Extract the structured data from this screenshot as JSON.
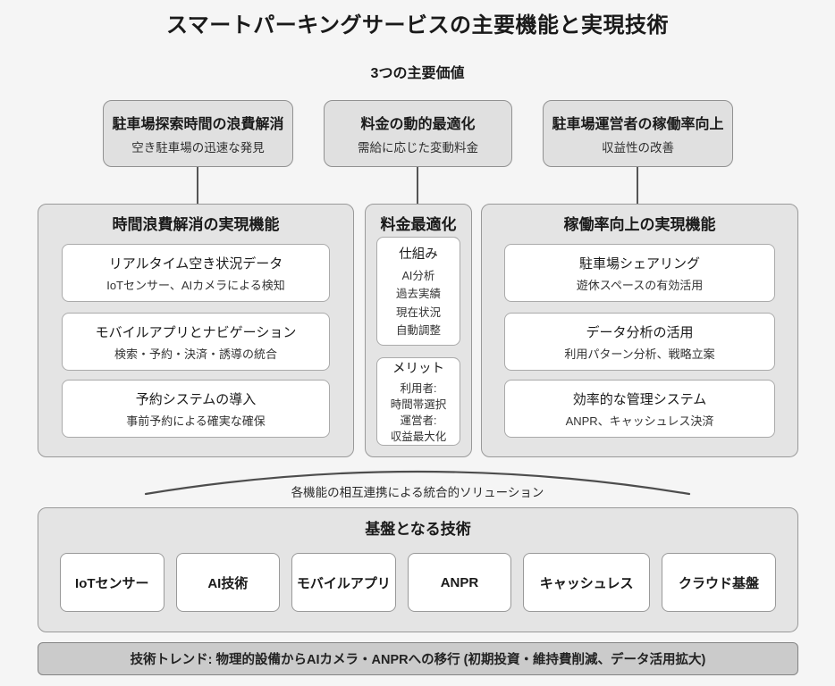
{
  "page": {
    "title": "スマートパーキングサービスの主要機能と実現技術",
    "subtitle": "3つの主要価値"
  },
  "values": [
    {
      "title": "駐車場探索時間の浪費解消",
      "subtitle": "空き駐車場の迅速な発見"
    },
    {
      "title": "料金の動的最適化",
      "subtitle": "需給に応じた変動料金"
    },
    {
      "title": "駐車場運営者の稼働率向上",
      "subtitle": "収益性の改善"
    }
  ],
  "panels": {
    "left": {
      "title": "時間浪費解消の実現機能",
      "cards": [
        {
          "title": "リアルタイム空き状況データ",
          "subtitle": "IoTセンサー、AIカメラによる検知"
        },
        {
          "title": "モバイルアプリとナビゲーション",
          "subtitle": "検索・予約・決済・誘導の統合"
        },
        {
          "title": "予約システムの導入",
          "subtitle": "事前予約による確実な確保"
        }
      ]
    },
    "middle": {
      "title": "料金最適化",
      "cards": [
        {
          "title": "仕組み",
          "lines": [
            "AI分析",
            "過去実績",
            "現在状況",
            "自動調整"
          ]
        },
        {
          "title": "メリット",
          "lines": [
            "利用者:",
            "時間帯選択",
            "運営者:",
            "収益最大化"
          ]
        }
      ]
    },
    "right": {
      "title": "稼働率向上の実現機能",
      "cards": [
        {
          "title": "駐車場シェアリング",
          "subtitle": "遊休スペースの有効活用"
        },
        {
          "title": "データ分析の活用",
          "subtitle": "利用パターン分析、戦略立案"
        },
        {
          "title": "効率的な管理システム",
          "subtitle": "ANPR、キャッシュレス決済"
        }
      ]
    }
  },
  "integration": {
    "label": "各機能の相互連携による統合的ソリューション"
  },
  "foundation": {
    "title": "基盤となる技術",
    "items": [
      "IoTセンサー",
      "AI技術",
      "モバイルアプリ",
      "ANPR",
      "キャッシュレス",
      "クラウド基盤"
    ]
  },
  "trend": {
    "text": "技術トレンド: 物理的設備からAIカメラ・ANPRへの移行 (初期投資・維持費削減、データ活用拡大)"
  },
  "colors": {
    "box_fill": "#e0e0e0",
    "panel_fill": "#e4e4e4",
    "card_fill": "#ffffff",
    "trend_fill": "#cbcbcb",
    "line": "#555555"
  }
}
